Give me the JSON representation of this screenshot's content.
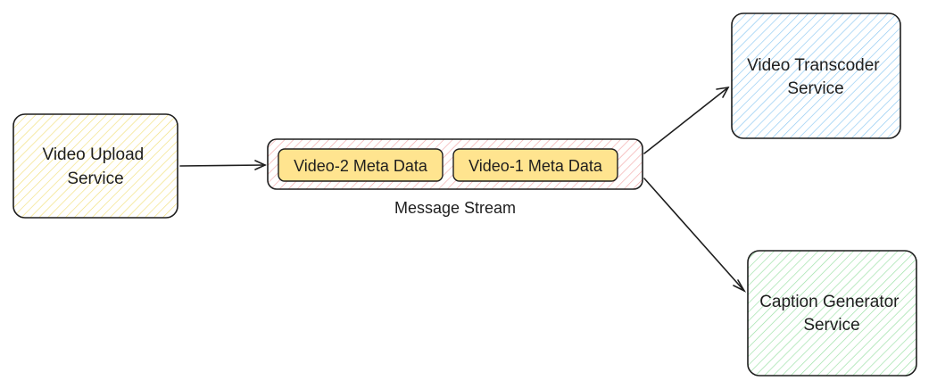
{
  "nodes": {
    "upload": {
      "line1": "Video Upload",
      "line2": "Service",
      "fill_color": "#fdf6c9"
    },
    "stream": {
      "caption": "Message Stream",
      "fill_color": "#ffd9d9",
      "chips": [
        {
          "label": "Video-2 Meta Data"
        },
        {
          "label": "Video-1 Meta Data"
        }
      ],
      "chip_color": "#ffec99"
    },
    "transcoder": {
      "line1": "Video Transcoder",
      "line2": "Service",
      "fill_color": "#a5d8ff"
    },
    "caption_gen": {
      "line1": "Caption Generator",
      "line2": "Service",
      "fill_color": "#b2f2bb"
    }
  },
  "edges": [
    {
      "from": "upload",
      "to": "stream"
    },
    {
      "from": "stream",
      "to": "transcoder"
    },
    {
      "from": "stream",
      "to": "caption_gen"
    }
  ]
}
